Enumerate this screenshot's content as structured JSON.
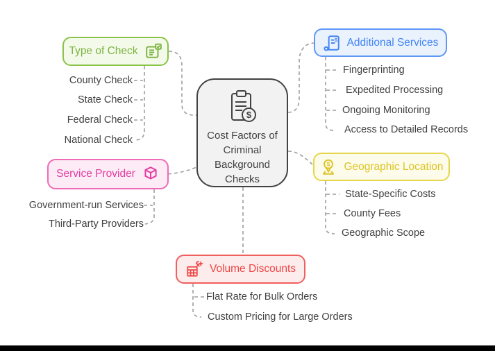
{
  "connector_color": "#9e9e9e",
  "center": {
    "title": "Cost Factors of Criminal Background Checks",
    "icon": "clipboard-dollar-icon",
    "colors": {
      "border": "#424242",
      "bg": "#f2f2f2",
      "text": "#424242"
    }
  },
  "branches": {
    "type_of_check": {
      "label": "Type of Check",
      "icon": "checklist-icon",
      "colors": {
        "border": "#8bc34a",
        "bg": "#f4faea",
        "text": "#7cb342"
      },
      "children": [
        "County Check",
        "State Check",
        "Federal Check",
        "National Check"
      ]
    },
    "additional_services": {
      "label": "Additional Services",
      "icon": "document-dollar-icon",
      "colors": {
        "border": "#5e97f6",
        "bg": "#eaf2fe",
        "text": "#4285f4"
      },
      "children": [
        "Fingerprinting",
        "Expedited Processing",
        "Ongoing Monitoring",
        "Access to Detailed Records"
      ]
    },
    "service_provider": {
      "label": "Service Provider",
      "icon": "package-icon",
      "colors": {
        "border": "#f06ab8",
        "bg": "#fdebf6",
        "text": "#e23b9f"
      },
      "children": [
        "Government-run Services",
        "Third-Party Providers"
      ]
    },
    "geographic_location": {
      "label": "Geographic Location",
      "icon": "map-pin-dollar-icon",
      "colors": {
        "border": "#e6d64b",
        "bg": "#fdfbe9",
        "text": "#dcc425"
      },
      "children": [
        "State-Specific Costs",
        "County Fees",
        "Geographic Scope"
      ]
    },
    "volume_discounts": {
      "label": "Volume Discounts",
      "icon": "discount-calculator-icon",
      "colors": {
        "border": "#f15e5e",
        "bg": "#fdecec",
        "text": "#ee4444"
      },
      "children": [
        "Flat Rate for Bulk Orders",
        "Custom Pricing for Large Orders"
      ]
    }
  }
}
